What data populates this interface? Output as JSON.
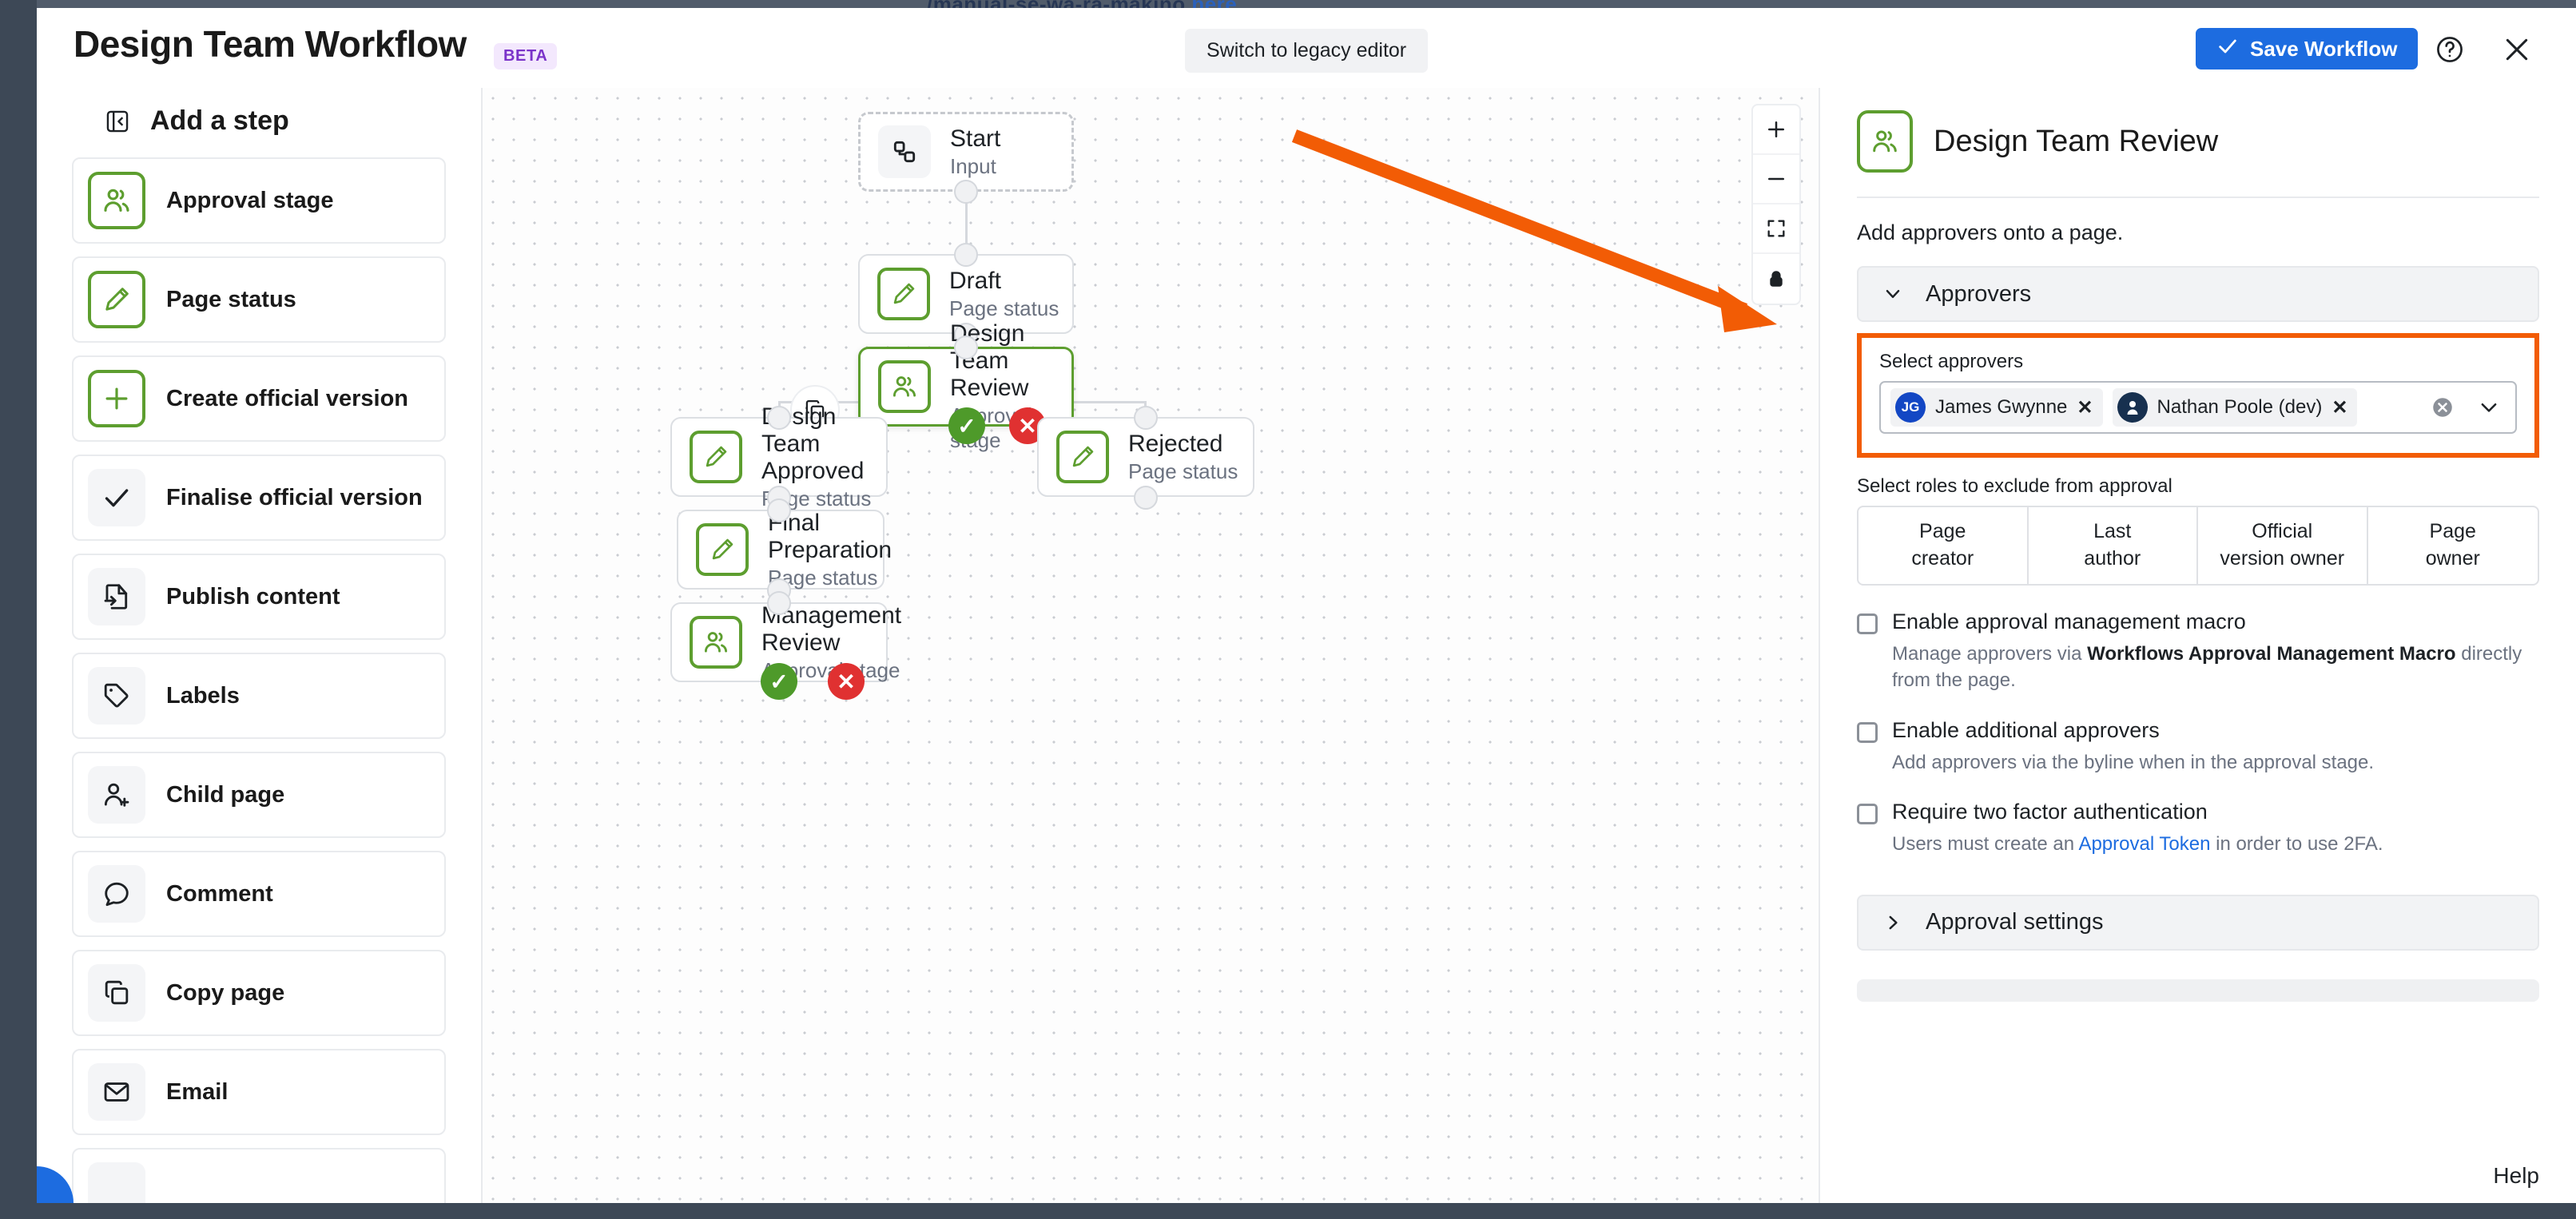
{
  "background": {
    "snippet_before": "/manual-se-wa-ra-makino ",
    "snippet_link": "here"
  },
  "topbar": {
    "app_title": "Design Team Workflow",
    "beta_badge": "BETA",
    "legacy_button": "Switch to legacy editor",
    "save_button": "Save Workflow",
    "help_icon": "question-circle-icon",
    "close_icon": "close-icon"
  },
  "sidebar": {
    "heading": "Add a step",
    "collapse_icon": "panel-collapse-icon",
    "items": [
      {
        "label": "Approval stage",
        "icon": "people-icon",
        "icon_style": "green"
      },
      {
        "label": "Page status",
        "icon": "pencil-icon",
        "icon_style": "green"
      },
      {
        "label": "Create official version",
        "icon": "plus-icon",
        "icon_style": "green"
      },
      {
        "label": "Finalise official version",
        "icon": "check-icon",
        "icon_style": "grey"
      },
      {
        "label": "Publish content",
        "icon": "publish-icon",
        "icon_style": "grey"
      },
      {
        "label": "Labels",
        "icon": "tag-icon",
        "icon_style": "grey"
      },
      {
        "label": "Child page",
        "icon": "user-plus-icon",
        "icon_style": "grey"
      },
      {
        "label": "Comment",
        "icon": "comment-icon",
        "icon_style": "grey"
      },
      {
        "label": "Copy page",
        "icon": "copy-icon",
        "icon_style": "grey"
      },
      {
        "label": "Email",
        "icon": "envelope-icon",
        "icon_style": "grey"
      }
    ]
  },
  "canvas": {
    "zoom_controls": [
      {
        "name": "zoom-in-icon"
      },
      {
        "name": "zoom-out-icon"
      },
      {
        "name": "fit-to-screen-icon"
      },
      {
        "name": "lock-icon"
      }
    ],
    "node_tools": [
      {
        "name": "duplicate-node-icon"
      },
      {
        "name": "delete-node-icon"
      }
    ],
    "nodes": [
      {
        "id": "start",
        "title": "Start",
        "subtitle": "Input",
        "icon": "flow-start-icon",
        "icon_style": "grey",
        "state": "dashed"
      },
      {
        "id": "draft",
        "title": "Draft",
        "subtitle": "Page status",
        "icon": "pencil-icon",
        "icon_style": "green",
        "state": "normal"
      },
      {
        "id": "review",
        "title": "Design Team Review",
        "subtitle": "Approval stage",
        "icon": "people-icon",
        "icon_style": "green",
        "state": "selected",
        "badges": [
          {
            "type": "ok",
            "glyph": "✓"
          },
          {
            "type": "bad",
            "glyph": "✕"
          }
        ]
      },
      {
        "id": "approved",
        "title": "Design Team Approved",
        "subtitle": "Page status",
        "icon": "pencil-icon",
        "icon_style": "green",
        "state": "normal"
      },
      {
        "id": "rejected",
        "title": "Rejected",
        "subtitle": "Page status",
        "icon": "pencil-icon",
        "icon_style": "green",
        "state": "normal"
      },
      {
        "id": "finalprep",
        "title": "Final Preparation",
        "subtitle": "Page status",
        "icon": "pencil-icon",
        "icon_style": "green",
        "state": "normal"
      },
      {
        "id": "mgmt",
        "title": "Management Review",
        "subtitle": "Approval stage",
        "icon": "people-icon",
        "icon_style": "green",
        "state": "normal",
        "badges": [
          {
            "type": "ok",
            "glyph": "✓"
          },
          {
            "type": "bad",
            "glyph": "✕"
          }
        ]
      }
    ]
  },
  "panel": {
    "icon": "people-icon",
    "title": "Design Team Review",
    "description": "Add approvers onto a page.",
    "approvers_accordion": {
      "label": "Approvers",
      "chevron": "chevron-down-icon",
      "expanded": true
    },
    "select_approvers": {
      "label": "Select approvers",
      "clear_icon": "clear-all-icon",
      "chevron_icon": "chevron-down-icon",
      "chips": [
        {
          "name": "James Gwynne",
          "initials": "JG",
          "avatar_color": "#1347c4",
          "remove_icon": "remove-chip-icon"
        },
        {
          "name": "Nathan Poole (dev)",
          "initials": "",
          "avatar_color": "#17304f",
          "remove_icon": "remove-chip-icon"
        }
      ]
    },
    "roles": {
      "label": "Select roles to exclude from approval",
      "cells": [
        {
          "line1": "Page",
          "line2": "creator"
        },
        {
          "line1": "Last",
          "line2": "author"
        },
        {
          "line1": "Official",
          "line2": "version owner"
        },
        {
          "line1": "Page",
          "line2": "owner"
        }
      ]
    },
    "options": [
      {
        "title": "Enable approval management macro",
        "desc_pre": "Manage approvers via ",
        "desc_bold": "Workflows Approval Management Macro",
        "desc_post": " directly from the page.",
        "checked": false
      },
      {
        "title": "Enable additional approvers",
        "desc_pre": "Add approvers via the byline when in the approval stage.",
        "desc_bold": "",
        "desc_post": "",
        "checked": false
      },
      {
        "title": "Require two factor authentication",
        "desc_pre": "Users must create an ",
        "desc_link": "Approval Token",
        "desc_post": " in order to use 2FA.",
        "checked": false
      }
    ],
    "settings_accordion": {
      "label": "Approval settings",
      "chevron": "chevron-right-icon",
      "expanded": false
    },
    "help_label": "Help"
  },
  "colors": {
    "accent_blue": "#1d6ce0",
    "green": "#5d9e2f",
    "red": "#e03131",
    "highlight_orange": "#f25c05",
    "beta_purple": "#7b33c9"
  }
}
